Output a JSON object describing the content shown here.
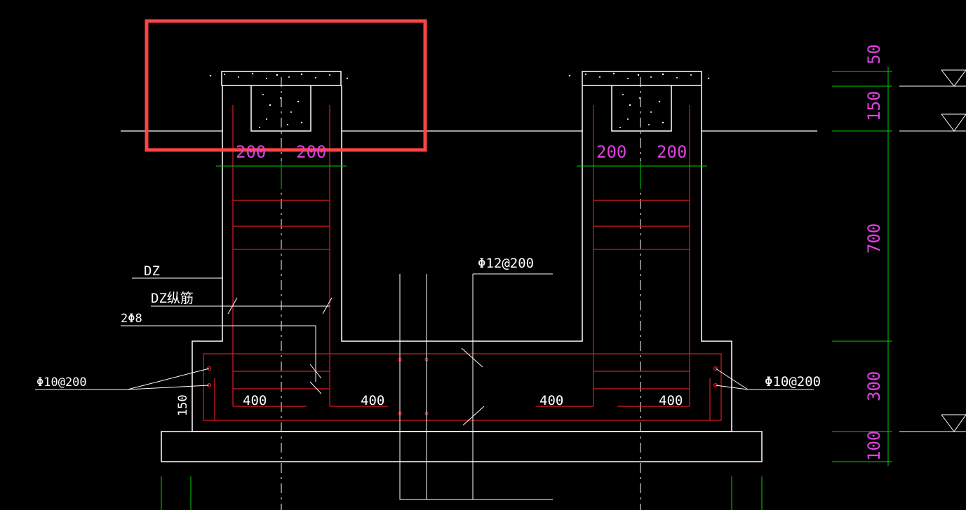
{
  "drawing": {
    "colors": {
      "background": "#000000",
      "outline": "#ffffff",
      "rebar": "#e11b22",
      "dimension": "#00d000",
      "dim_text": "#e040e0",
      "highlight": "#ff4444"
    },
    "labels": {
      "dz": "DZ",
      "dz_rebar": "DZ纵筋",
      "stirrup_2phi8": "2Φ8",
      "phi12_200": "Φ12@200",
      "phi10_200_left": "Φ10@200",
      "phi10_200_right": "Φ10@200",
      "cover_150": "150"
    },
    "horizontal_dims": {
      "left_col_a": "200",
      "left_col_b": "200",
      "right_col_a": "200",
      "right_col_b": "200",
      "bottom_1": "400",
      "bottom_2": "400",
      "bottom_3": "400",
      "bottom_4": "400"
    },
    "vertical_dims": [
      "50",
      "150",
      "700",
      "300",
      "100"
    ]
  }
}
